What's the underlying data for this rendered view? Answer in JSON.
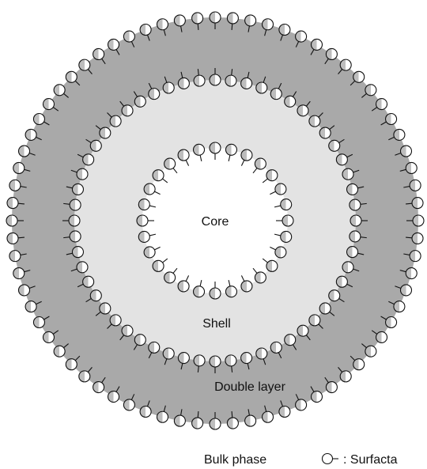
{
  "regions": {
    "core": {
      "label": "Core"
    },
    "shell": {
      "label": "Shell"
    },
    "double_layer": {
      "label": "Double layer"
    },
    "bulk": {
      "label": "Bulk phase"
    }
  },
  "legend": {
    "surfactant_text": ": Surfacta",
    "symbol": "surfactant-molecule"
  },
  "colors": {
    "double_layer_fill": "#a9a9a9",
    "shell_fill": "#e3e3e3",
    "core_fill": "#ffffff",
    "head_fill": "#ffffff",
    "head_shade": "#bdbdbd",
    "stroke": "#111111"
  },
  "rings": [
    {
      "name": "outer-surfactant-ring",
      "molecules": 72,
      "tails": "inward"
    },
    {
      "name": "middle-surfactant-ring",
      "molecules": 56,
      "tails": "outward"
    },
    {
      "name": "inner-surfactant-ring",
      "molecules": 28,
      "tails": "inward"
    }
  ]
}
